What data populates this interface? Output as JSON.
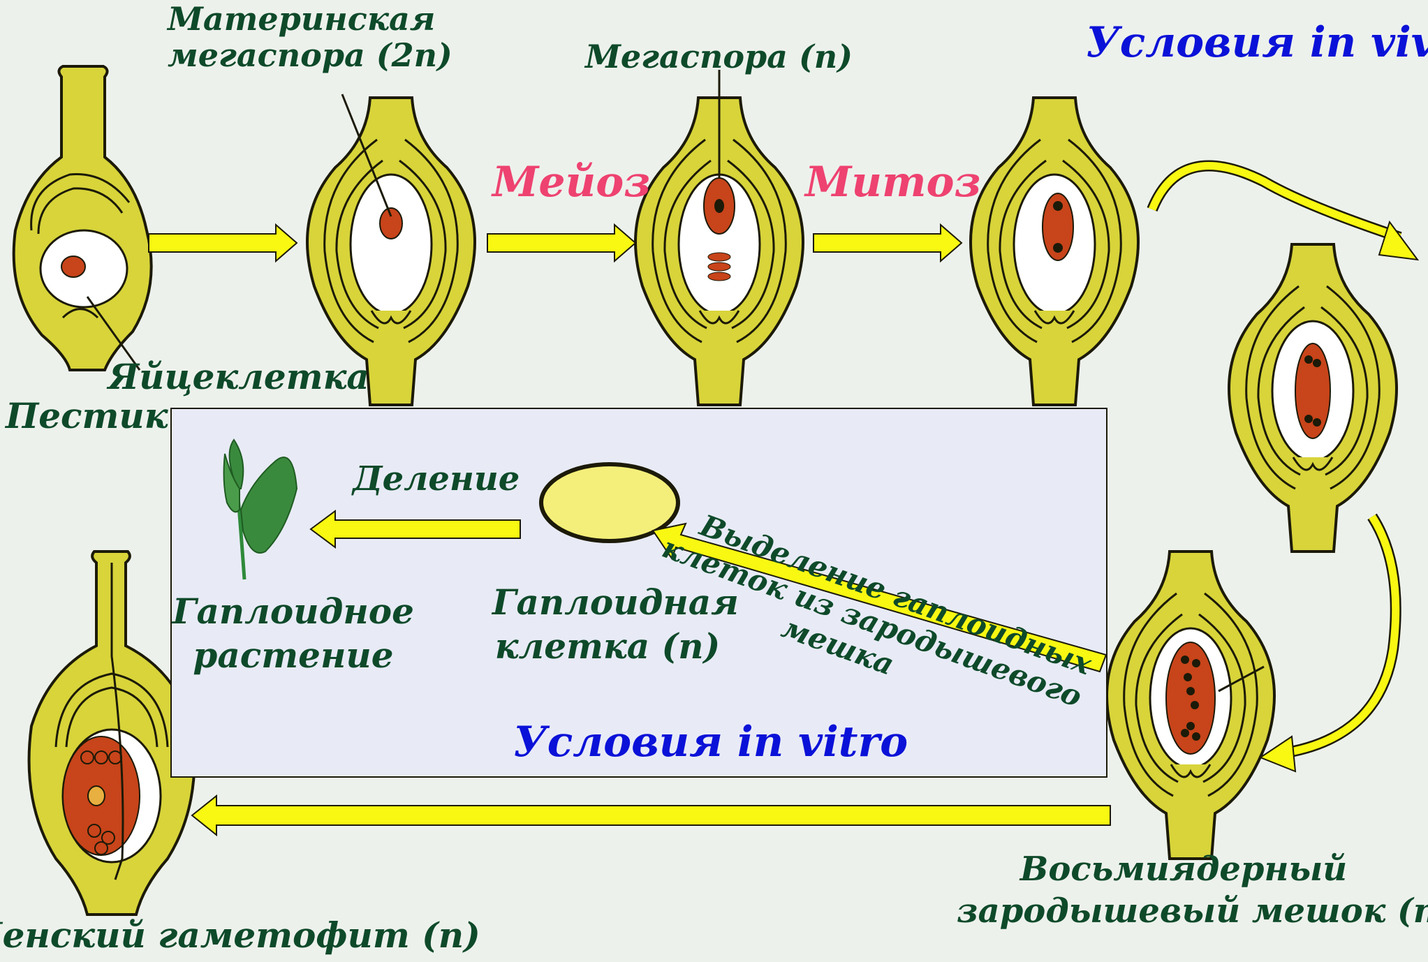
{
  "title_in_vivo": "Условия in vivo",
  "title_in_vitro": "Условия in vitro",
  "label_pistil": "Пестик",
  "label_egg_cell": "Яйцеклетка",
  "label_mother_megaspore": [
    "Материнская",
    "мегаспора (2n)"
  ],
  "label_megaspore": "Мегаспора (n)",
  "label_meiosis": "Мейоз",
  "label_mitosis": "Митоз",
  "label_division": "Деление",
  "label_haploid_plant": [
    "Гаплоидное",
    "растение"
  ],
  "label_haploid_cell": [
    "Гаплоидная",
    "клетка (n)"
  ],
  "label_isolation": [
    "Выделение гаплоидных",
    "клеток из зародышевого",
    "мешка"
  ],
  "label_eight_nucleate_sac": [
    "Восьмиядерный",
    "зародышевый мешок (n)"
  ],
  "label_female_gametophyte": "Женский гаметофит (n)",
  "colors": {
    "background": "#edf1ec",
    "ovule_yellow": "#d8d43a",
    "ovule_outline": "#1c1a08",
    "arrow_yellow": "#f8f812",
    "label_green": "#0e4a2a",
    "label_blue": "#0b12d8",
    "label_pink": "#ee4270",
    "nucleus_orange": "#c8441a",
    "in_vitro_box": "#e8ebf6"
  }
}
